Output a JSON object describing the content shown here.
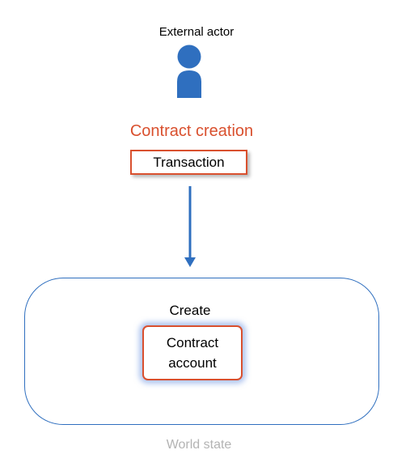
{
  "actor": {
    "label": "External actor",
    "icon": "person-icon",
    "color": "#2f6fbf"
  },
  "title": {
    "text": "Contract creation",
    "color": "#d9502e"
  },
  "transaction": {
    "label": "Transaction"
  },
  "flow": {
    "icon": "arrow-down-icon",
    "color": "#2f6fbf"
  },
  "world": {
    "create_label": "Create",
    "contract": {
      "line1": "Contract",
      "line2": "account"
    },
    "label": "World state",
    "label_color": "#b3b3b3"
  },
  "colors": {
    "accent_red": "#d9502e",
    "accent_blue": "#2f6fbf"
  }
}
